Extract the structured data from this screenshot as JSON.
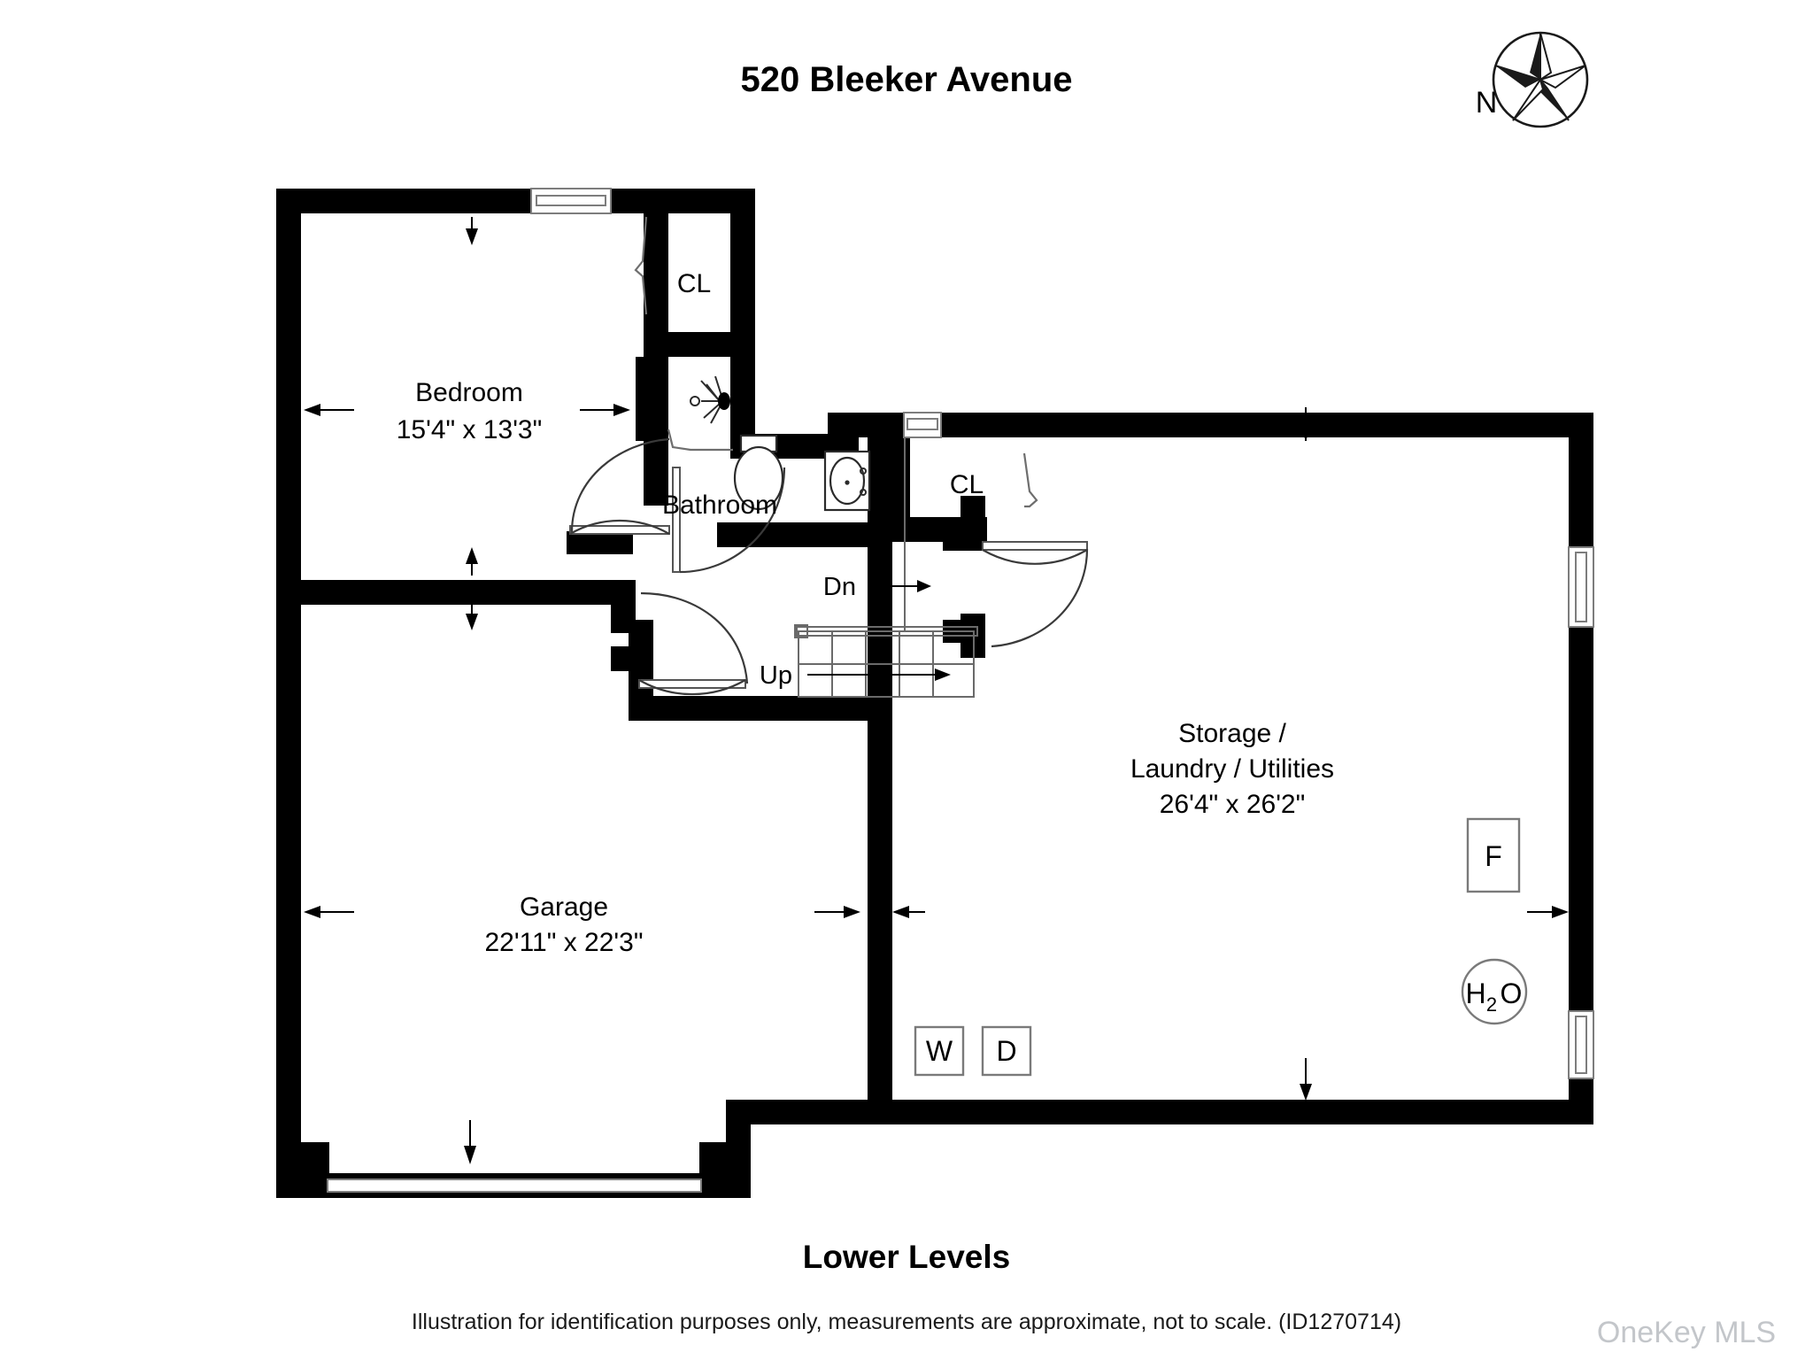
{
  "header": {
    "title": "520 Bleeker Avenue"
  },
  "compass": {
    "north_label": "N",
    "icon": "compass-rose-star-icon"
  },
  "floorplan": {
    "level_title": "Lower Levels",
    "rooms": [
      {
        "id": "bedroom",
        "name": "Bedroom",
        "dimensions": "15'4\" x 13'3\""
      },
      {
        "id": "bathroom",
        "name": "Bathroom",
        "dimensions": ""
      },
      {
        "id": "storage",
        "name": "Storage /",
        "name2": "Laundry / Utilities",
        "dimensions": "26'4\" x 26'2\""
      },
      {
        "id": "garage",
        "name": "Garage",
        "dimensions": "22'11\" x 22'3\""
      }
    ],
    "closets": [
      {
        "id": "closet-bedroom",
        "label": "CL"
      },
      {
        "id": "closet-hall",
        "label": "CL"
      }
    ],
    "stairs": [
      {
        "id": "stair-down",
        "label": "Dn"
      },
      {
        "id": "stair-up",
        "label": "Up"
      }
    ],
    "appliances": [
      {
        "id": "washer",
        "label": "W",
        "shape": "square"
      },
      {
        "id": "dryer",
        "label": "D",
        "shape": "square"
      },
      {
        "id": "furnace",
        "label": "F",
        "shape": "rect"
      },
      {
        "id": "water-heater",
        "label": "H",
        "sub": "2",
        "label2": "O",
        "shape": "circle"
      }
    ],
    "fixtures": [
      {
        "id": "shower",
        "name": "shower-fixture"
      },
      {
        "id": "toilet",
        "name": "toilet-fixture"
      },
      {
        "id": "sink",
        "name": "sink-fixture"
      }
    ]
  },
  "footer": {
    "disclaimer": "Illustration for identification purposes only, measurements are approximate, not to scale. (ID1270714)",
    "watermark": "OneKey MLS"
  },
  "colors": {
    "wall": "#000000",
    "background": "#ffffff",
    "watermark": "#c3c6ca",
    "fixture_stroke": "#7a7a7a"
  }
}
